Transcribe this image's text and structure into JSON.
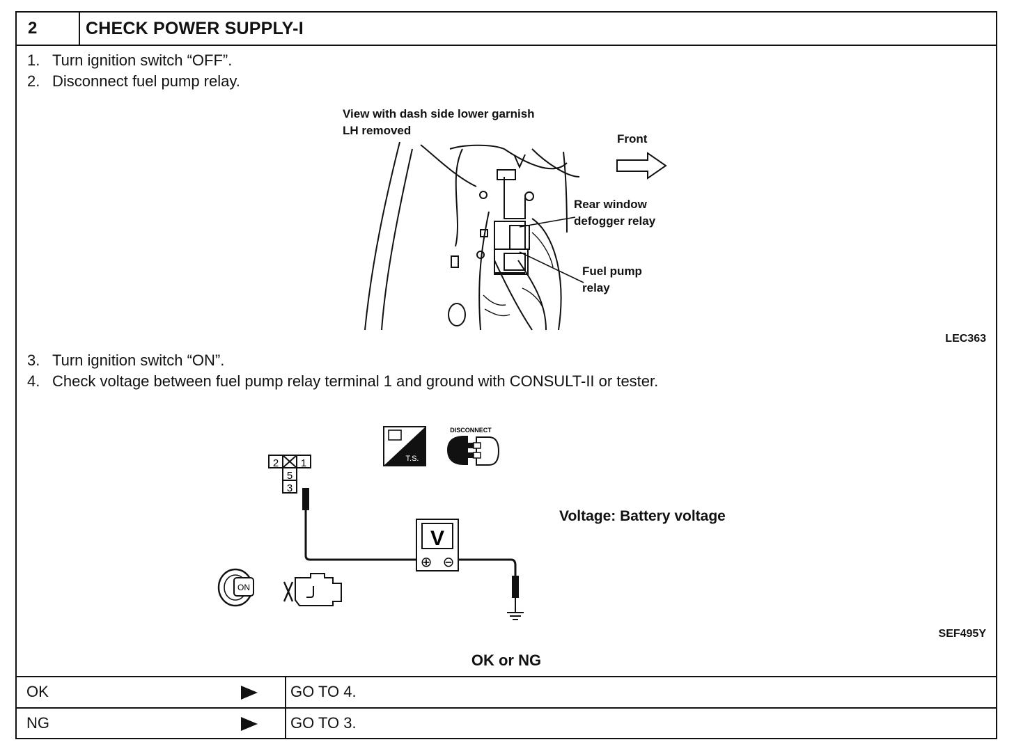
{
  "header": {
    "number": "2",
    "title": "CHECK POWER SUPPLY-I"
  },
  "steps": [
    {
      "n": "1.",
      "text": "Turn ignition switch “OFF”."
    },
    {
      "n": "2.",
      "text": "Disconnect fuel pump relay."
    },
    {
      "n": "3.",
      "text": "Turn ignition switch “ON”."
    },
    {
      "n": "4.",
      "text": "Check voltage between fuel pump relay terminal 1 and ground with CONSULT-II or tester."
    }
  ],
  "figure1": {
    "caption_line1": "View with dash side lower garnish",
    "caption_line2": "LH removed",
    "front_label": "Front",
    "rear_relay_line1": "Rear window",
    "rear_relay_line2": "defogger relay",
    "fuel_relay_line1": "Fuel pump",
    "fuel_relay_line2": "relay",
    "id": "LEC363"
  },
  "figure2": {
    "terminals": [
      "2",
      "1",
      "5",
      "3"
    ],
    "ts_label": "T.S.",
    "disconnect_label": "DISCONNECT",
    "meter_label": "V",
    "plus": "⊕",
    "minus": "⊖",
    "key_label": "ON",
    "voltage_note": "Voltage: Battery voltage",
    "id": "SEF495Y"
  },
  "result": {
    "heading": "OK or NG",
    "rows": [
      {
        "key": "OK",
        "value": "GO TO 4."
      },
      {
        "key": "NG",
        "value": "GO TO 3."
      }
    ]
  }
}
